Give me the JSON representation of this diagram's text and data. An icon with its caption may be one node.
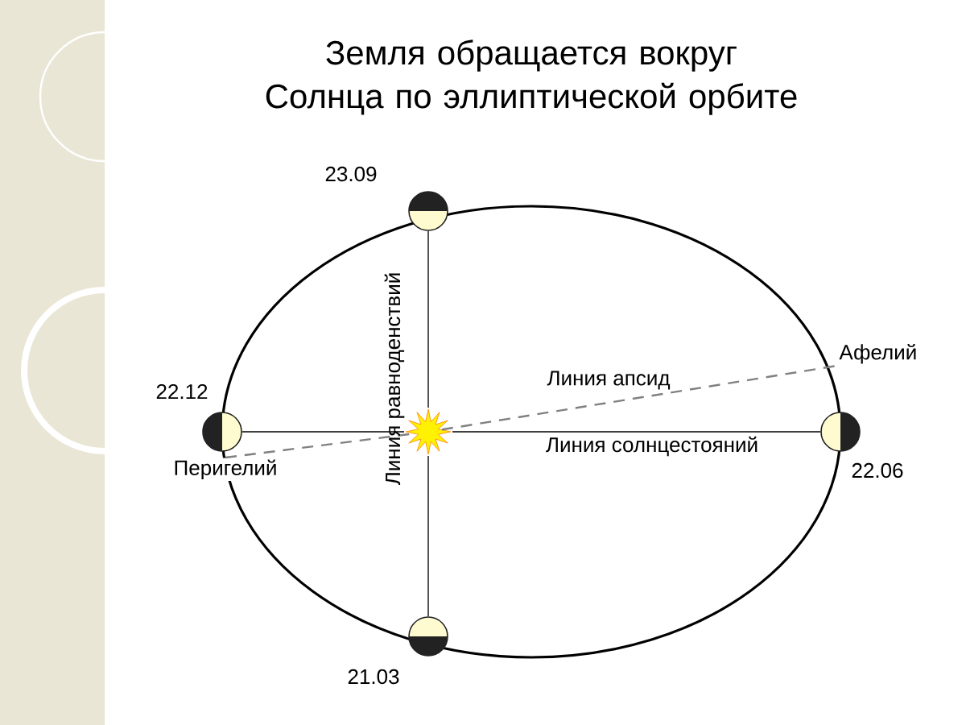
{
  "diagram": {
    "title": "Земля обращается вокруг Солнца по эллиптической орбите",
    "nodes": [
      {
        "text": [],
        "shape": "star"
      },
      {
        "text": [],
        "shape": "circle",
        "beside": [
          "23.09"
        ]
      },
      {
        "text": [],
        "shape": "circle",
        "beside": [
          "22.12"
        ]
      },
      {
        "text": [],
        "shape": "circle",
        "beside": [
          "22.06"
        ]
      },
      {
        "text": [],
        "shape": "circle",
        "beside": [
          "21.03"
        ]
      },
      {
        "text": [
          "Перигелий"
        ]
      },
      {
        "text": [
          "Афелий"
        ]
      }
    ],
    "edges": [
      {
        "from": 2,
        "to": 0,
        "arrow": "none"
      },
      {
        "from": 0,
        "to": 3,
        "arrow": "none",
        "label": "Линия солнцестояний"
      },
      {
        "from": 1,
        "to": 0,
        "arrow": "none",
        "label": "Линия равноденствий"
      },
      {
        "from": 0,
        "to": 4,
        "arrow": "none"
      },
      {
        "from": 5,
        "to": 0,
        "arrow": "none",
        "style": "dashed"
      },
      {
        "from": 0,
        "to": 6,
        "arrow": "none",
        "style": "dashed",
        "label": "Линия апсид"
      }
    ]
  }
}
